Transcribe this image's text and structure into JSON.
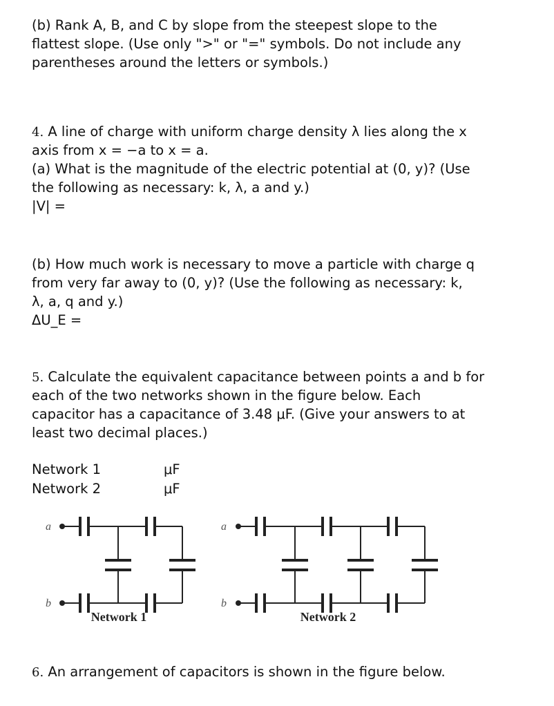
{
  "q3b": {
    "lines": [
      "(b) Rank A, B, and C by slope from the steepest slope to the",
      "flattest slope. (Use only \">\" or \"=\" symbols. Do not include any",
      "parentheses around the letters or symbols.)"
    ]
  },
  "q4": {
    "number": "4.",
    "lines": [
      "A line of charge with uniform charge density λ lies along the x",
      "axis from x = −a to x = a.",
      "(a) What is the magnitude of the electric potential at (0, y)? (Use",
      "the following as necessary: k, λ, a and y.)",
      "|V| ="
    ],
    "b_lines": [
      "(b) How much work is necessary to move a particle with charge q",
      "from very far away to (0, y)? (Use the following as necessary: k,",
      "λ, a, q and y.)",
      "ΔU_E ="
    ]
  },
  "q5": {
    "number": "5.",
    "lines": [
      "Calculate the equivalent capacitance between points a and b for",
      "each of the two networks shown in the figure below. Each",
      "capacitor has a capacitance of 3.48 μF. (Give your answers to at",
      "least two decimal places.)"
    ],
    "answers": [
      {
        "label": "Network 1",
        "unit": "μF"
      },
      {
        "label": "Network 2",
        "unit": "μF"
      }
    ],
    "figure": {
      "terminal_a": "a",
      "terminal_b": "b",
      "network1_label": "Network 1",
      "network2_label": "Network 2"
    }
  },
  "q6": {
    "number": "6.",
    "line": "An arrangement of capacitors is shown in the figure below."
  }
}
